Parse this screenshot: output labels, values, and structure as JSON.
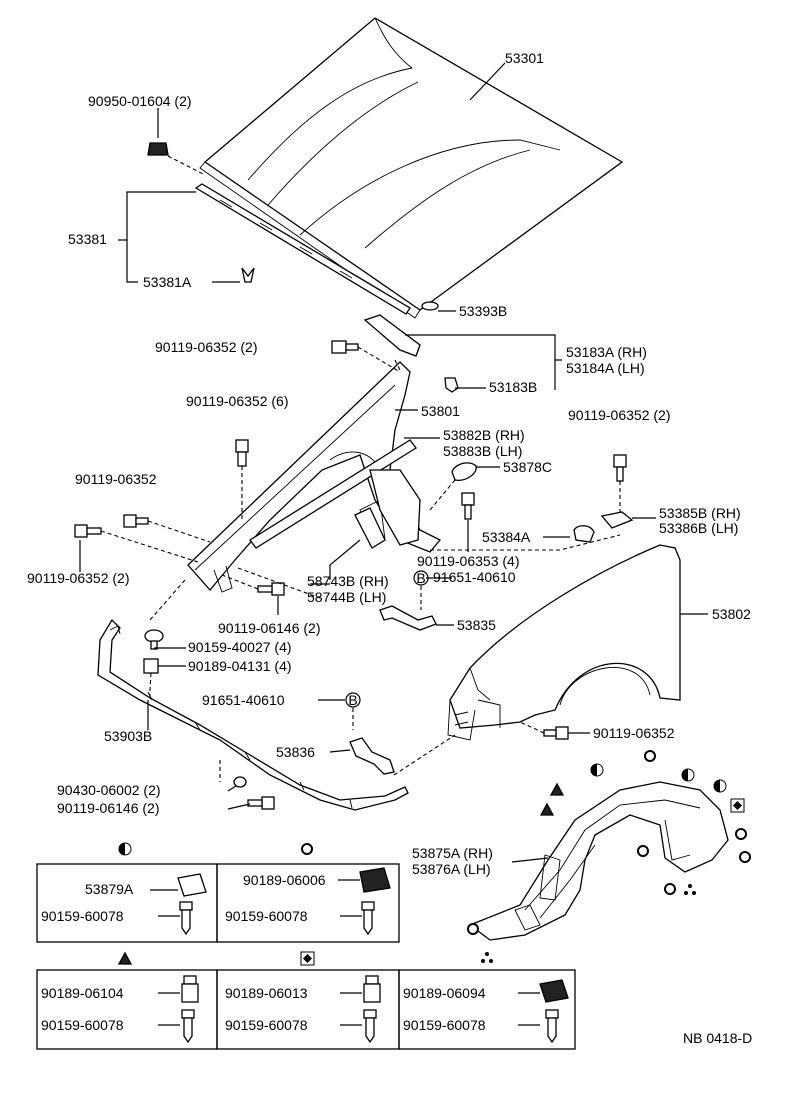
{
  "labels": {
    "hood": "53301",
    "hood_cushion": "90950-01604 (2)",
    "seal_set": "53381",
    "seal_clip": "53381A",
    "hood_plug": "53393B",
    "bolt_top_left": "90119-06352 (2)",
    "bracket_rh": "53183A (RH)",
    "bracket_lh": "53184A (LH)",
    "bracket_b": "53183B",
    "bolt_6": "90119-06352 (6)",
    "apron": "53801",
    "apron_rh": "53882B (RH)",
    "apron_lh": "53883B (LH)",
    "bolt_right_top": "90119-06352 (2)",
    "plate": "53878C",
    "bolt_left_single": "90119-06352",
    "shield_rh": "53385B (RH)",
    "shield_lh": "53386B (LH)",
    "retainer": "53384A",
    "bolt_4": "90119-06353 (4)",
    "bolt_left_2": "90119-06352 (2)",
    "seal_rh": "58743B (RH)",
    "seal_lh": "58744B (LH)",
    "clip_b1": "91651-40610",
    "bolt_146": "90119-06146 (2)",
    "bracket_835": "53835",
    "fender": "53802",
    "screw_027": "90159-40027 (4)",
    "nut_131": "90189-04131 (4)",
    "clip_b2": "91651-40610",
    "spoiler": "53903B",
    "bracket_836": "53836",
    "bolt_fender": "90119-06352",
    "washer_002": "90430-06002 (2)",
    "bolt_146b": "90119-06146 (2)",
    "liner_rh": "53875A (RH)",
    "liner_lh": "53876A (LH)",
    "code": "NB  0418-D"
  },
  "marks": {
    "b_mark": "B"
  },
  "legend": {
    "half_circle": {
      "clip": "53879A",
      "screw": "90159-60078"
    },
    "gear": {
      "nut": "90189-06006",
      "screw": "90159-60078"
    },
    "triangle": {
      "nut": "90189-06104",
      "screw": "90159-60078"
    },
    "diamond": {
      "nut": "90189-06013",
      "screw": "90159-60078"
    },
    "dots": {
      "nut": "90189-06094",
      "screw": "90159-60078"
    }
  }
}
